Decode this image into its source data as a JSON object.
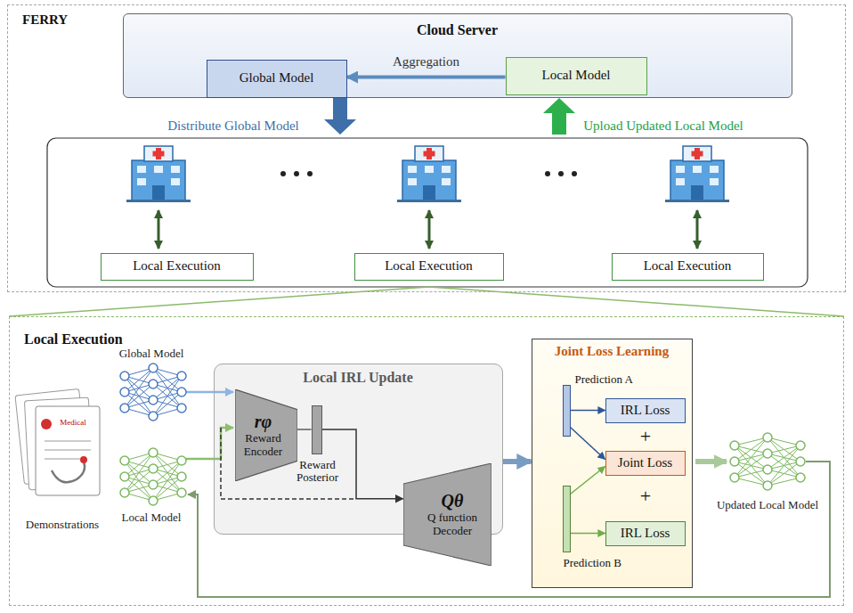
{
  "diagram": {
    "nodes": [
      {
        "text": [
          "FERRY"
        ]
      },
      {
        "text": [
          "Cloud Server"
        ],
        "in": 0
      },
      {
        "text": [
          "Global Model"
        ],
        "in": 1
      },
      {
        "text": [
          "Local Model"
        ],
        "in": 1
      },
      {
        "text": [
          "Local Execution"
        ],
        "in": 0
      },
      {
        "text": [
          "Local Execution"
        ],
        "in": 0
      },
      {
        "text": [
          "Local Execution"
        ],
        "in": 0
      },
      {
        "text": [
          "Local Execution"
        ]
      },
      {
        "text": [
          "Local IRL Update"
        ],
        "in": 7
      },
      {
        "text": [
          "rφ",
          "Reward Encoder"
        ],
        "in": 8
      },
      {
        "text": [
          "Reward Posterior"
        ],
        "in": 8
      },
      {
        "text": [
          "Qθ",
          "Q function Decoder"
        ],
        "in": 8
      },
      {
        "text": [
          "Joint Loss Learning"
        ],
        "in": 7
      },
      {
        "text": [
          "Prediction A"
        ],
        "in": 12
      },
      {
        "text": [
          "IRL Loss"
        ],
        "in": 12
      },
      {
        "text": [
          "Joint Loss"
        ],
        "in": 12
      },
      {
        "text": [
          "IRL Loss"
        ],
        "in": 12
      },
      {
        "text": [
          "Prediction B"
        ],
        "in": 12
      }
    ],
    "edges": [
      {
        "from": 3,
        "to": 2,
        "arrow": "to",
        "label": "Aggregation"
      },
      {
        "from": 9,
        "to": 10,
        "arrow": "none"
      },
      {
        "from": 10,
        "to": 11,
        "arrow": "to"
      },
      {
        "from": 8,
        "to": 12,
        "arrow": "to"
      },
      {
        "from": 13,
        "to": 14,
        "arrow": "to"
      },
      {
        "from": 13,
        "to": 15,
        "arrow": "to"
      },
      {
        "from": 17,
        "to": 15,
        "arrow": "to"
      },
      {
        "from": 17,
        "to": 16,
        "arrow": "to"
      }
    ],
    "labels": [
      "Distribute Global Model",
      "Upload Updated Local Model",
      "Global Model",
      "Local Model",
      "Demonstrations",
      "Medical",
      "+",
      "+",
      "Updated Local Model"
    ]
  }
}
